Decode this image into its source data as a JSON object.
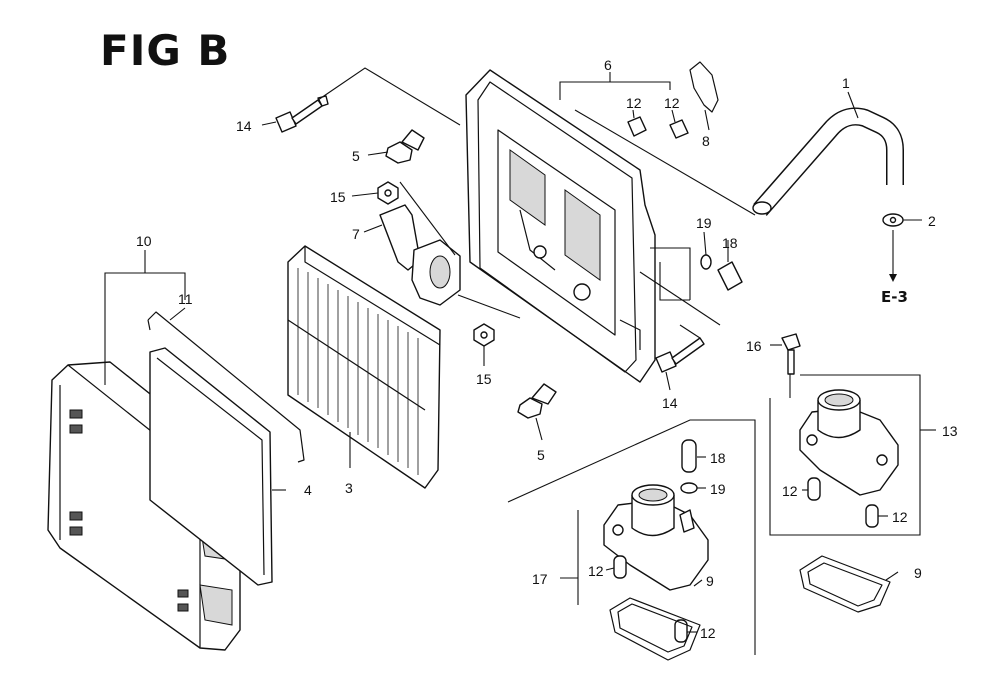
{
  "figure": {
    "title": "FIG B",
    "ref_label": "E-3"
  },
  "callouts": {
    "c1": "1",
    "c2": "2",
    "c3": "3",
    "c4": "4",
    "c5a": "5",
    "c5b": "5",
    "c6": "6",
    "c7": "7",
    "c8": "8",
    "c9a": "9",
    "c9b": "9",
    "c10": "10",
    "c11": "11",
    "c12a": "12",
    "c12b": "12",
    "c12c": "12",
    "c12d": "12",
    "c12e": "12",
    "c12f": "12",
    "c13": "13",
    "c14a": "14",
    "c14b": "14",
    "c15a": "15",
    "c15b": "15",
    "c16": "16",
    "c17": "17",
    "c18a": "18",
    "c18b": "18",
    "c19a": "19",
    "c19b": "19"
  }
}
